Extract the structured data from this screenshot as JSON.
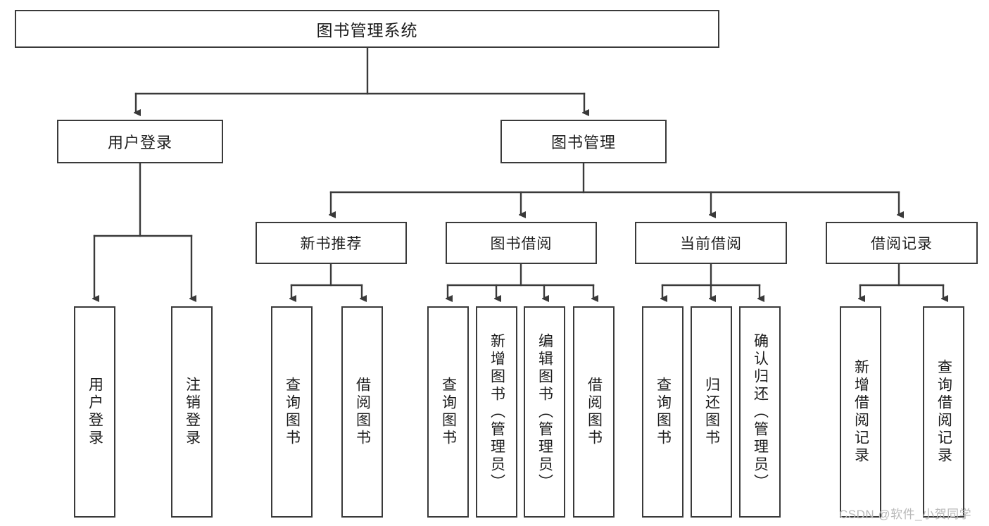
{
  "diagram": {
    "title": "图书管理系统",
    "type": "tree",
    "watermark": "CSDN @软件_小贺同学",
    "colors": {
      "stroke": "#3a3a3a",
      "fill": "#ffffff",
      "text": "#1c1c1c",
      "watermark": "#b9b9b9"
    }
  },
  "nodes": {
    "root": {
      "label": "图书管理系统"
    },
    "level2": [
      {
        "label": "用户登录"
      },
      {
        "label": "图书管理"
      }
    ],
    "level3": [
      {
        "label": "新书推荐"
      },
      {
        "label": "图书借阅"
      },
      {
        "label": "当前借阅"
      },
      {
        "label": "借阅记录"
      }
    ],
    "leaves": {
      "user_login": [
        {
          "label": "用户登录"
        },
        {
          "label": "注销登录"
        }
      ],
      "new_book_recommend": [
        {
          "label": "查询图书"
        },
        {
          "label": "借阅图书"
        }
      ],
      "book_borrow": [
        {
          "label": "查询图书"
        },
        {
          "label": "新增图书（管理员）"
        },
        {
          "label": "编辑图书（管理员）"
        },
        {
          "label": "借阅图书"
        }
      ],
      "current_borrow": [
        {
          "label": "查询图书"
        },
        {
          "label": "归还图书"
        },
        {
          "label": "确认归还（管理员）"
        }
      ],
      "borrow_record": [
        {
          "label": "新增借阅记录"
        },
        {
          "label": "查询借阅记录"
        }
      ]
    }
  }
}
